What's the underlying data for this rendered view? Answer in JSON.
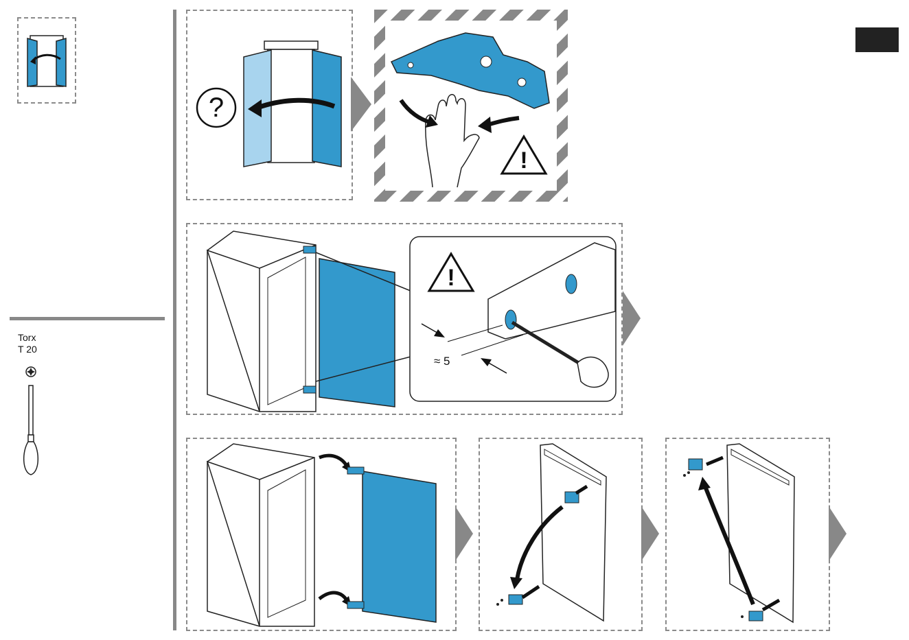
{
  "tool": {
    "name": "Torx",
    "size": "T 20"
  },
  "dimension": {
    "label": "≈ 5"
  },
  "symbols": {
    "question": "?",
    "warning": "!"
  },
  "colors": {
    "blue": "#3399cc",
    "light_blue": "#a8d4ee",
    "dark": "#222222",
    "gray": "#888888"
  }
}
